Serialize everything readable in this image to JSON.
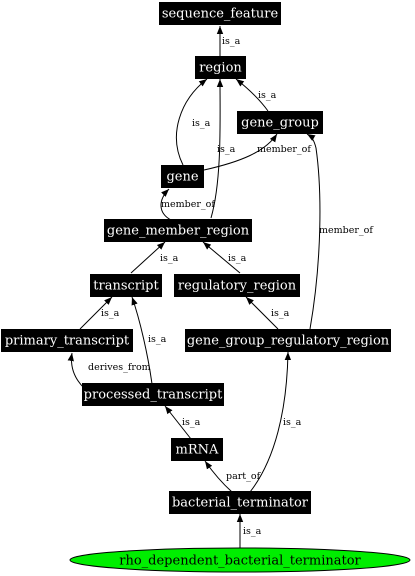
{
  "graph": {
    "nodes": {
      "sequence_feature": "sequence_feature",
      "region": "region",
      "gene_group": "gene_group",
      "gene": "gene",
      "gene_member_region": "gene_member_region",
      "transcript": "transcript",
      "regulatory_region": "regulatory_region",
      "primary_transcript": "primary_transcript",
      "gene_group_regulatory_region": "gene_group_regulatory_region",
      "processed_transcript": "processed_transcript",
      "mRNA": "mRNA",
      "bacterial_terminator": "bacterial_terminator",
      "rho_dependent_bacterial_terminator": "rho_dependent_bacterial_terminator"
    },
    "edge_labels": {
      "region_seqfeat": "is_a",
      "gene_group_region": "is_a",
      "gene_region": "is_a",
      "gmr_region": "is_a",
      "gene_gene_group": "member_of",
      "gmr_gene": "member_of",
      "transcript_gmr": "is_a",
      "regreg_gmr": "is_a",
      "ggrr_gene_group": "member_of",
      "ggrr_regreg": "is_a",
      "primary_transcript": "is_a",
      "processed_transcript": "is_a",
      "processed_primary": "derives_from",
      "mrna_processed": "is_a",
      "bt_mrna": "part_of",
      "bt_ggrr": "is_a",
      "rho_bt": "is_a"
    },
    "colors": {
      "node_fill": "#000000",
      "node_text": "#ffffff",
      "root_fill": "#00ee00",
      "edge": "#000000"
    }
  }
}
